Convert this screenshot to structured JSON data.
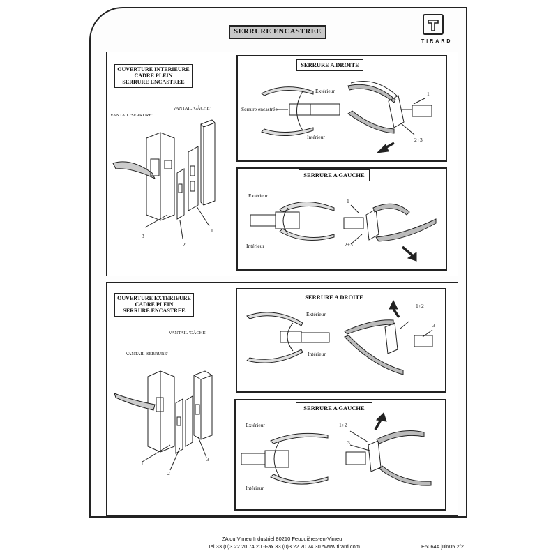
{
  "document": {
    "title": "SERRURE ENCASTREE",
    "brand": "TIRARD"
  },
  "section_interior": {
    "heading": [
      "OUVERTURE INTERIEURE",
      "CADRE PLEIN",
      "SERRURE ENCASTREE"
    ],
    "leaf_serrure": "VANTAIL 'SERRURE'",
    "leaf_gache": "VANTAIL 'GÂCHE'",
    "callouts": [
      "3",
      "2",
      "1"
    ],
    "right_panel": {
      "label": "SERRURE A DROITE",
      "exterior": "Extérieur",
      "lock_label": "Serrure encastrée",
      "interior": "Intérieur",
      "callout_a": "1",
      "callout_b": "2+3"
    },
    "left_panel": {
      "label": "SERRURE A GAUCHE",
      "exterior": "Extérieur",
      "interior": "Intérieur",
      "callout_a": "1",
      "callout_b": "2+3"
    }
  },
  "section_exterior": {
    "heading": [
      "OUVERTURE EXTERIEURE",
      "CADRE PLEIN",
      "SERRURE ENCASTREE"
    ],
    "leaf_gache": "VANTAIL 'GÂCHE'",
    "leaf_serrure": "VANTAIL 'SERRURE'",
    "callouts": [
      "1",
      "2",
      "3"
    ],
    "right_panel": {
      "label": "SERRURE A DROITE",
      "exterior": "Extérieur",
      "interior": "Intérieur",
      "callout_a": "1+2",
      "callout_b": "3"
    },
    "left_panel": {
      "label": "SERRURE A GAUCHE",
      "exterior": "Extérieur",
      "interior": "Intérieur",
      "callout_a": "1+2",
      "callout_b": "3"
    }
  },
  "footer": {
    "address": "ZA du Vimeu Industriel  80210 Feuquières-en-Vimeu",
    "contact": "Tel  33 (0)3 22 20 74 20 -Fax 33 (0)3 22 20 74 30 *www.tirard.com",
    "reference": "E5064A juin05   2/2"
  }
}
